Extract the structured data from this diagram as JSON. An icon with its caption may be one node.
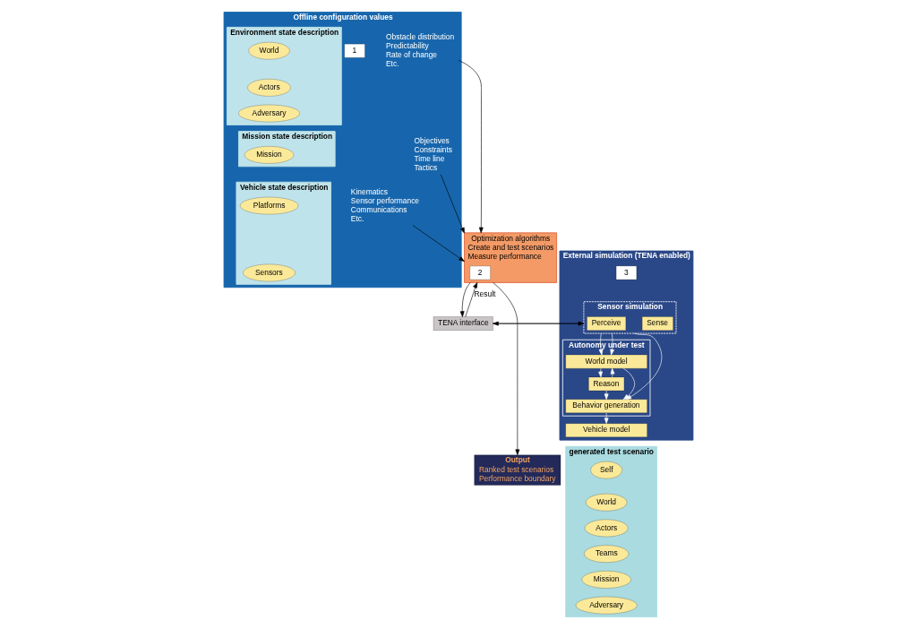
{
  "diagram": {
    "nodes": [
      {
        "text": [
          "Offline configuration values"
        ]
      },
      {
        "text": [
          "1"
        ],
        "in": 0
      },
      {
        "text": [
          "Environment state description"
        ],
        "in": 0
      },
      {
        "text": [
          "World"
        ],
        "in": 2
      },
      {
        "text": [
          "Actors"
        ],
        "in": 2
      },
      {
        "text": [
          "Adversary"
        ],
        "in": 2
      },
      {
        "text": [
          "Obstacle distribution",
          "Predictability",
          "Rate of change",
          "Etc."
        ],
        "in": 0
      },
      {
        "text": [
          "Mission state description"
        ],
        "in": 0
      },
      {
        "text": [
          "Mission"
        ],
        "in": 7
      },
      {
        "text": [
          "Objectives",
          "Constraints",
          "Time line",
          "Tactics"
        ],
        "in": 0
      },
      {
        "text": [
          "Vehicle state description"
        ],
        "in": 0
      },
      {
        "text": [
          "Platforms"
        ],
        "in": 10
      },
      {
        "text": [
          "Sensors"
        ],
        "in": 10
      },
      {
        "text": [
          "Kinematics",
          "Sensor performance",
          "Communications",
          "Etc."
        ],
        "in": 0
      },
      {
        "text": [
          "Optimization algorithms",
          "Create and test scenarios",
          "Measure performance"
        ]
      },
      {
        "text": [
          "2"
        ],
        "in": 14
      },
      {
        "text": [
          "TENA interface"
        ]
      },
      {
        "text": [
          "External simulation (TENA enabled)"
        ]
      },
      {
        "text": [
          "3"
        ],
        "in": 17
      },
      {
        "text": [
          "Sensor simulation"
        ],
        "in": 17
      },
      {
        "text": [
          "Sense"
        ],
        "in": 19
      },
      {
        "text": [
          "Perceive"
        ],
        "in": 19
      },
      {
        "text": [
          "Autonomy under test"
        ],
        "in": 17
      },
      {
        "text": [
          "World model"
        ],
        "in": 22
      },
      {
        "text": [
          "Reason"
        ],
        "in": 22
      },
      {
        "text": [
          "Behavior generation"
        ],
        "in": 22
      },
      {
        "text": [
          "Vehicle model"
        ],
        "in": 17
      },
      {
        "text": [
          "Output",
          "Ranked test scenarios",
          "Performance boundary"
        ]
      },
      {
        "text": [
          "generated test scenario"
        ]
      },
      {
        "text": [
          "Self"
        ],
        "in": 28
      },
      {
        "text": [
          "World"
        ],
        "in": 28
      },
      {
        "text": [
          "Actors"
        ],
        "in": 28
      },
      {
        "text": [
          "Teams"
        ],
        "in": 28
      },
      {
        "text": [
          "Mission"
        ],
        "in": 28
      },
      {
        "text": [
          "Adversary"
        ],
        "in": 28
      }
    ],
    "edges": [
      {
        "from": 6,
        "to": 14,
        "arrow": "to",
        "color": "#000000"
      },
      {
        "from": 9,
        "to": 14,
        "arrow": "to",
        "color": "#000000"
      },
      {
        "from": 13,
        "to": 14,
        "arrow": "to",
        "color": "#000000"
      },
      {
        "from": 14,
        "to": 27,
        "arrow": "to",
        "color": "#000000"
      },
      {
        "from": 14,
        "to": 16,
        "arrow": "to",
        "color": "#000000"
      },
      {
        "from": 16,
        "to": 14,
        "arrow": "to",
        "label": "Result",
        "color": "#000000"
      },
      {
        "from": 16,
        "to": 19,
        "arrow": "to",
        "color": "#000000"
      },
      {
        "from": 19,
        "to": 16,
        "arrow": "to",
        "color": "#000000"
      },
      {
        "from": 19,
        "to": 23,
        "arrow": "to",
        "color": "#ffffff"
      },
      {
        "from": 19,
        "to": 23,
        "arrow": "to",
        "color": "#ffffff"
      },
      {
        "from": 19,
        "to": 25,
        "arrow": "to",
        "color": "#ffffff"
      },
      {
        "from": 24,
        "to": 23,
        "arrow": "to",
        "color": "#ffffff"
      },
      {
        "from": 23,
        "to": 24,
        "arrow": "to",
        "color": "#ffffff"
      },
      {
        "from": 23,
        "to": 25,
        "arrow": "to",
        "color": "#ffffff"
      },
      {
        "from": 24,
        "to": 25,
        "arrow": "to",
        "color": "#ffffff"
      },
      {
        "from": 25,
        "to": 26,
        "arrow": "to",
        "color": "#ffffff"
      }
    ]
  }
}
